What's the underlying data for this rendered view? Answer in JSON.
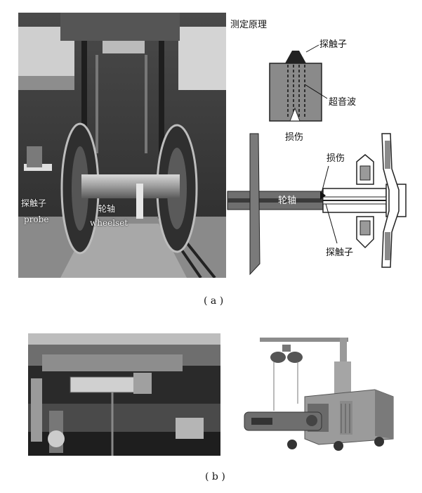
{
  "figure_a": {
    "photo_labels": {
      "probe_cn": "探触子",
      "probe_en": "probe",
      "axle_cn": "轮轴",
      "axle_en": "wheelset"
    },
    "diagram": {
      "title": "测定原理",
      "probe": "探触子",
      "ultrasonic": "超音波",
      "flaw_top": "损伤",
      "flaw_axle": "损伤",
      "axle": "轮轴",
      "probe_bottom": "探触子"
    },
    "caption": "( a )"
  },
  "figure_b": {
    "caption": "( b )"
  },
  "colors": {
    "steel_dark": "#3a3a3a",
    "metal_gray": "#9a9a9a",
    "render_gray": "#8c8c8c"
  }
}
